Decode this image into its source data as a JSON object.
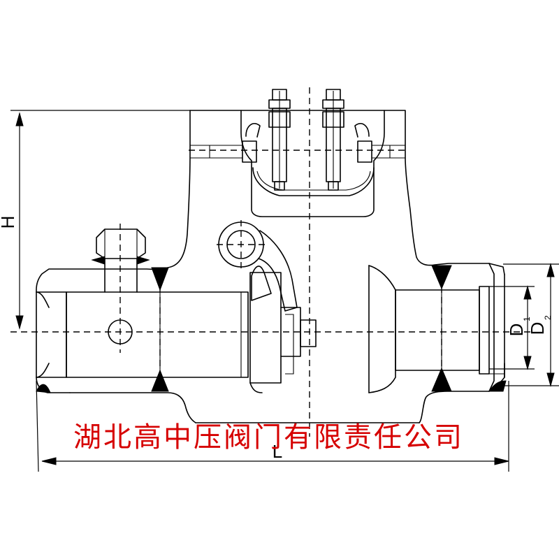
{
  "labels": {
    "height": "H",
    "length": "L",
    "d1_main": "D",
    "d1_sub": "1",
    "d2_main": "D",
    "d2_sub": "2"
  },
  "company": "湖北高中压阀门有限责任公司",
  "colors": {
    "lines": "#000000",
    "company_text": "#d60000",
    "background": "#ffffff"
  }
}
